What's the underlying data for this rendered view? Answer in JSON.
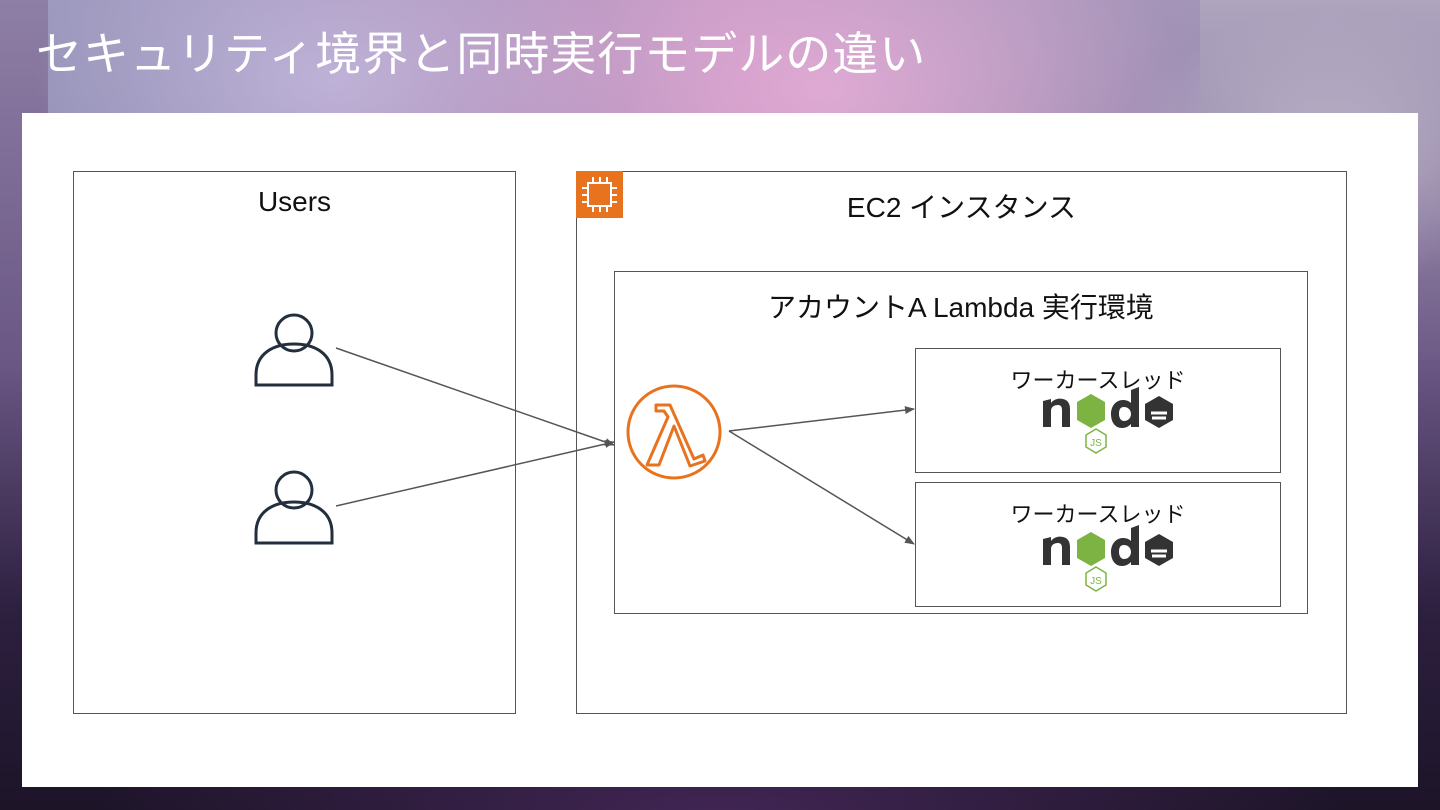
{
  "slide": {
    "title": "セキュリティ境界と同時実行モデルの違い"
  },
  "diagram": {
    "users_group": {
      "label": "Users"
    },
    "ec2_group": {
      "label": "EC2 インスタンス",
      "icon": "ec2-chip-icon",
      "accent": "#e8731f"
    },
    "lambda_env": {
      "label": "アカウントA Lambda 実行環境"
    },
    "lambda_icon": {
      "icon": "lambda-icon",
      "color": "#e8731f"
    },
    "worker_threads": [
      {
        "label": "ワーカースレッド",
        "logo": "nodejs-logo"
      },
      {
        "label": "ワーカースレッド",
        "logo": "nodejs-logo"
      }
    ],
    "nodejs_logo": {
      "wordmark": "node",
      "badge": "JS",
      "hex_color": "#7cb342"
    },
    "user_icons": [
      "user-icon",
      "user-icon"
    ]
  }
}
